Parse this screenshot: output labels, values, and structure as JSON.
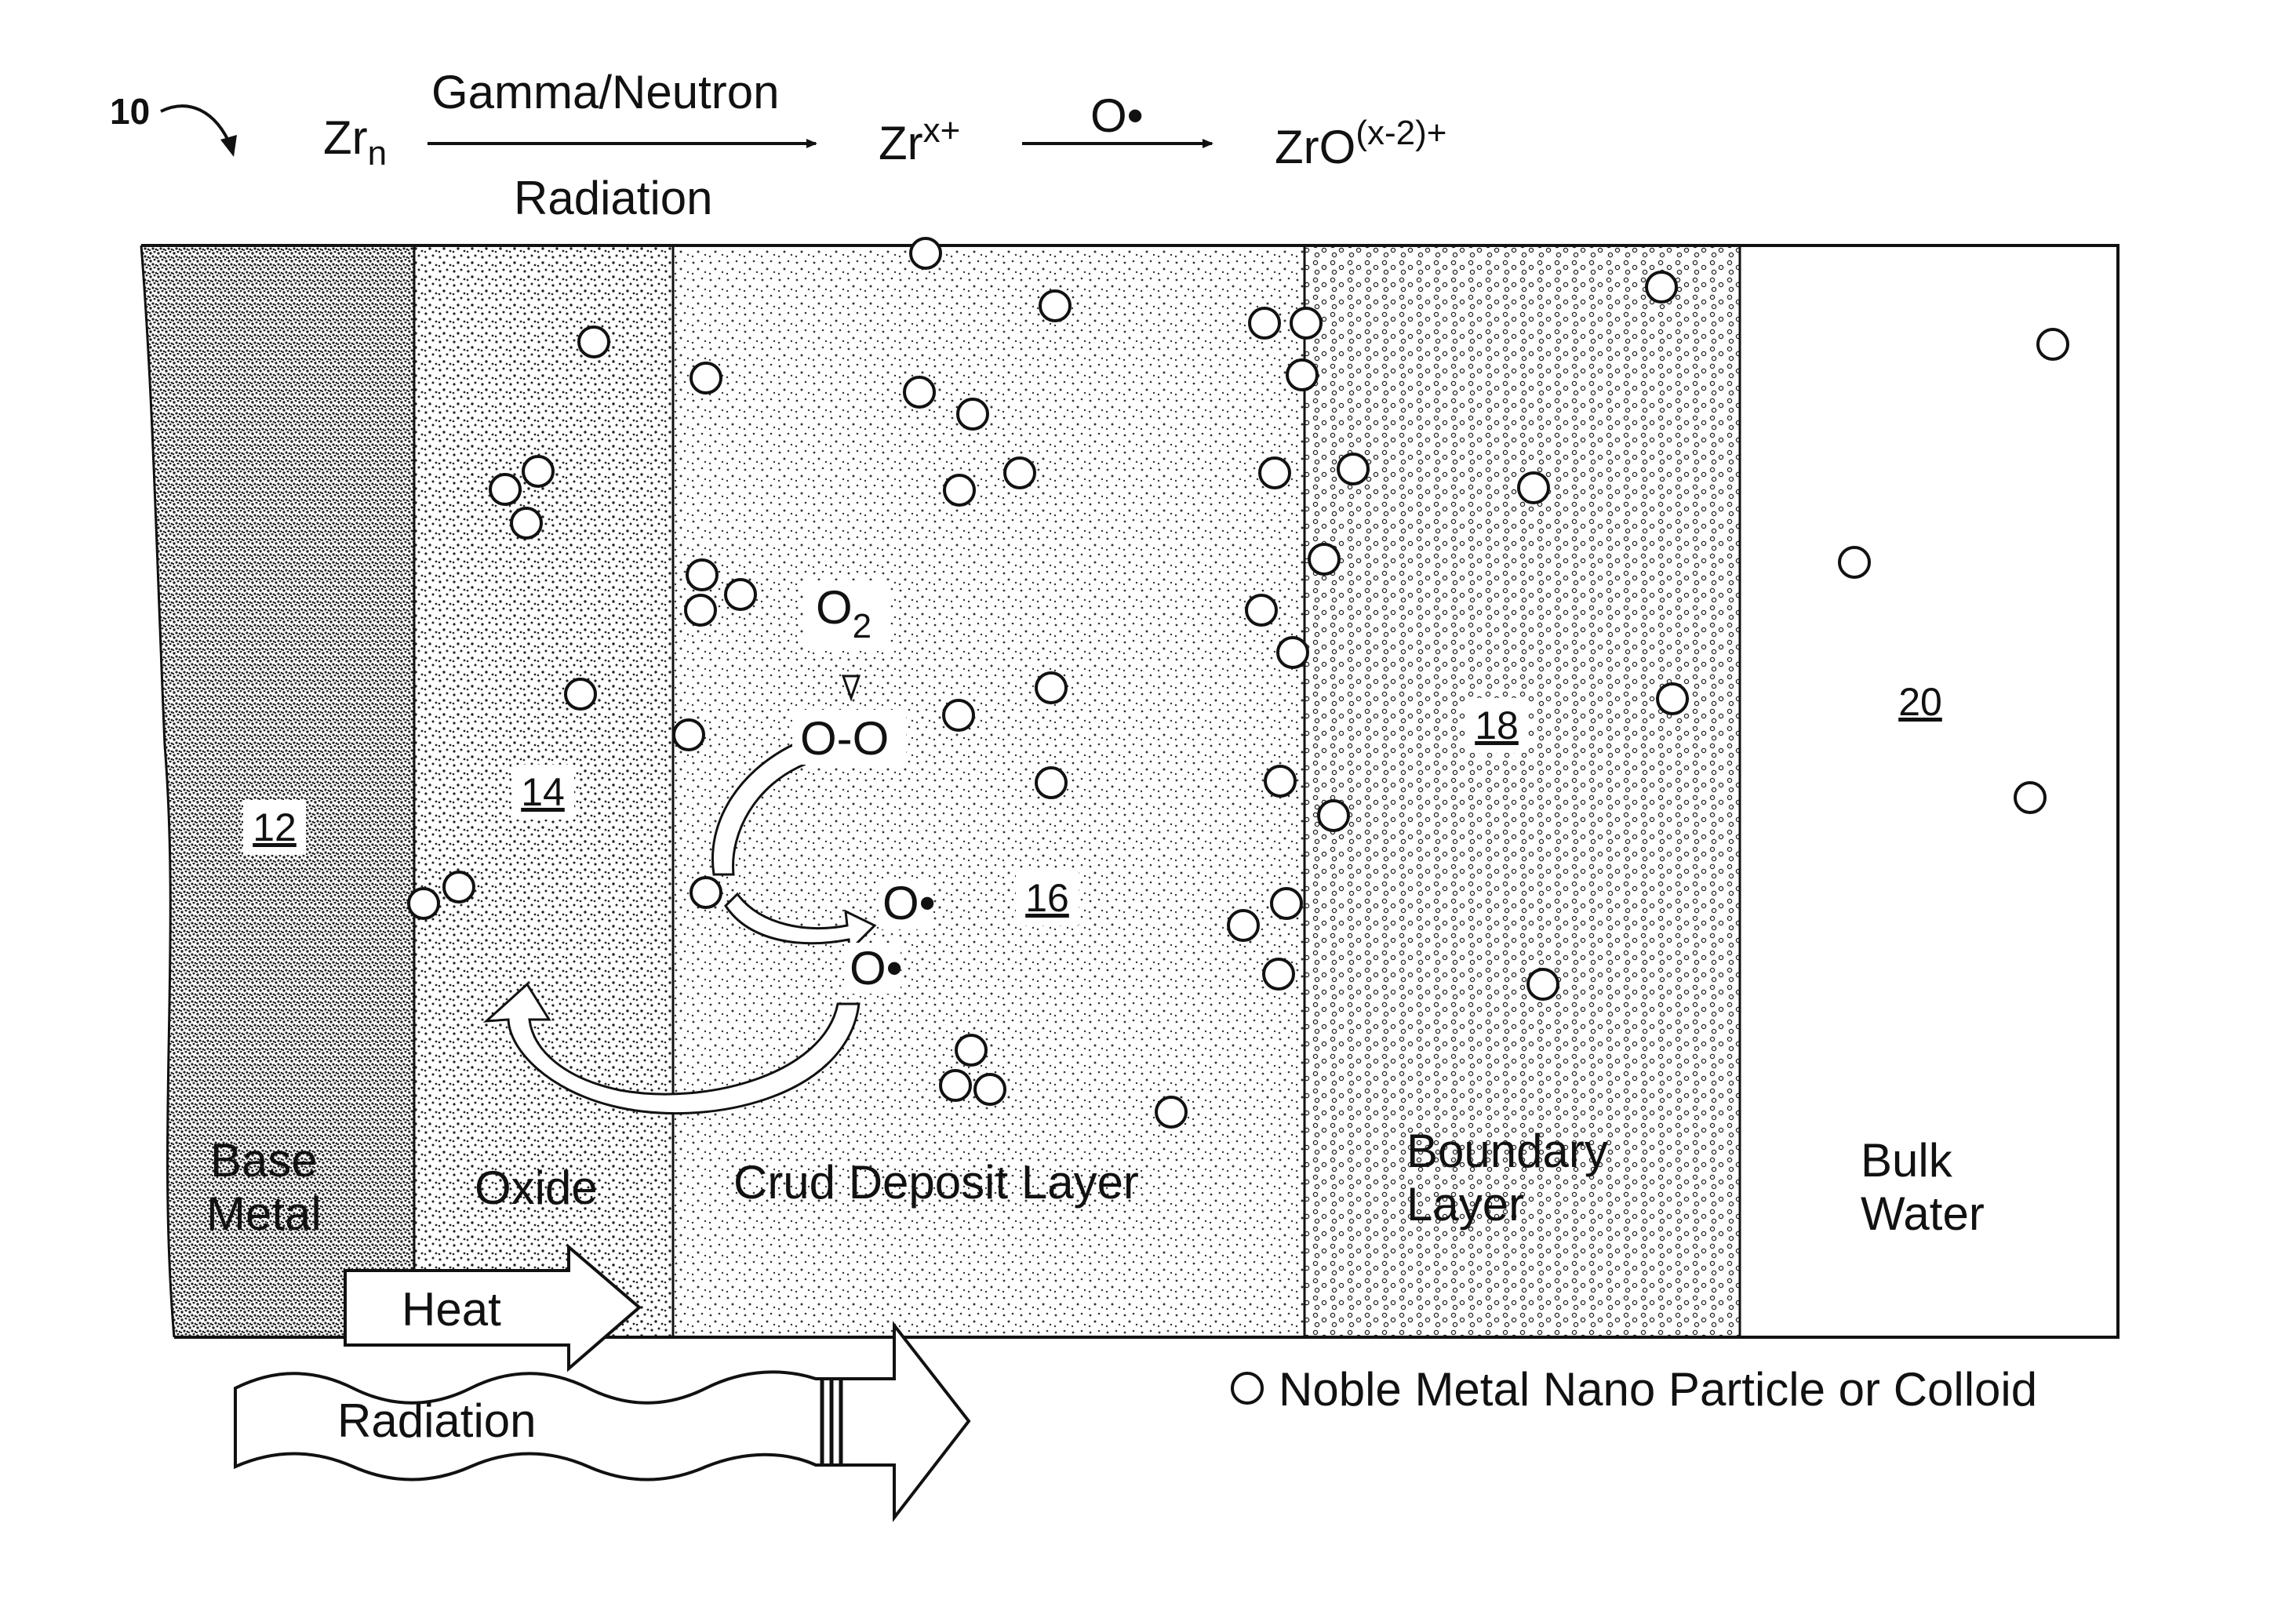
{
  "figure": {
    "ref_numeral": "10",
    "reaction": {
      "reactant": "Zr",
      "reactant_sub": "n",
      "arrow1_top": "Gamma/Neutron",
      "arrow1_bottom": "Radiation",
      "intermediate": "Zr",
      "intermediate_sup": "x+",
      "arrow2_top": "O•",
      "product": "ZrO",
      "product_sup": "(x-2)+"
    },
    "layers": [
      {
        "id": "12",
        "name_line1": "Base",
        "name_line2": "Metal"
      },
      {
        "id": "14",
        "name_line1": "Oxide",
        "name_line2": ""
      },
      {
        "id": "16",
        "name_line1": "Crud Deposit Layer",
        "name_line2": ""
      },
      {
        "id": "18",
        "name_line1": "Boundary",
        "name_line2": "Layer"
      },
      {
        "id": "20",
        "name_line1": "Bulk",
        "name_line2": "Water"
      }
    ],
    "chemistry": {
      "o2": "O",
      "o2_sub": "2",
      "oo": "O-O",
      "radical1": "O•",
      "radical2": "O•"
    },
    "arrows": {
      "heat": "Heat",
      "radiation": "Radiation"
    },
    "legend": "Noble Metal Nano Particle or Colloid"
  }
}
